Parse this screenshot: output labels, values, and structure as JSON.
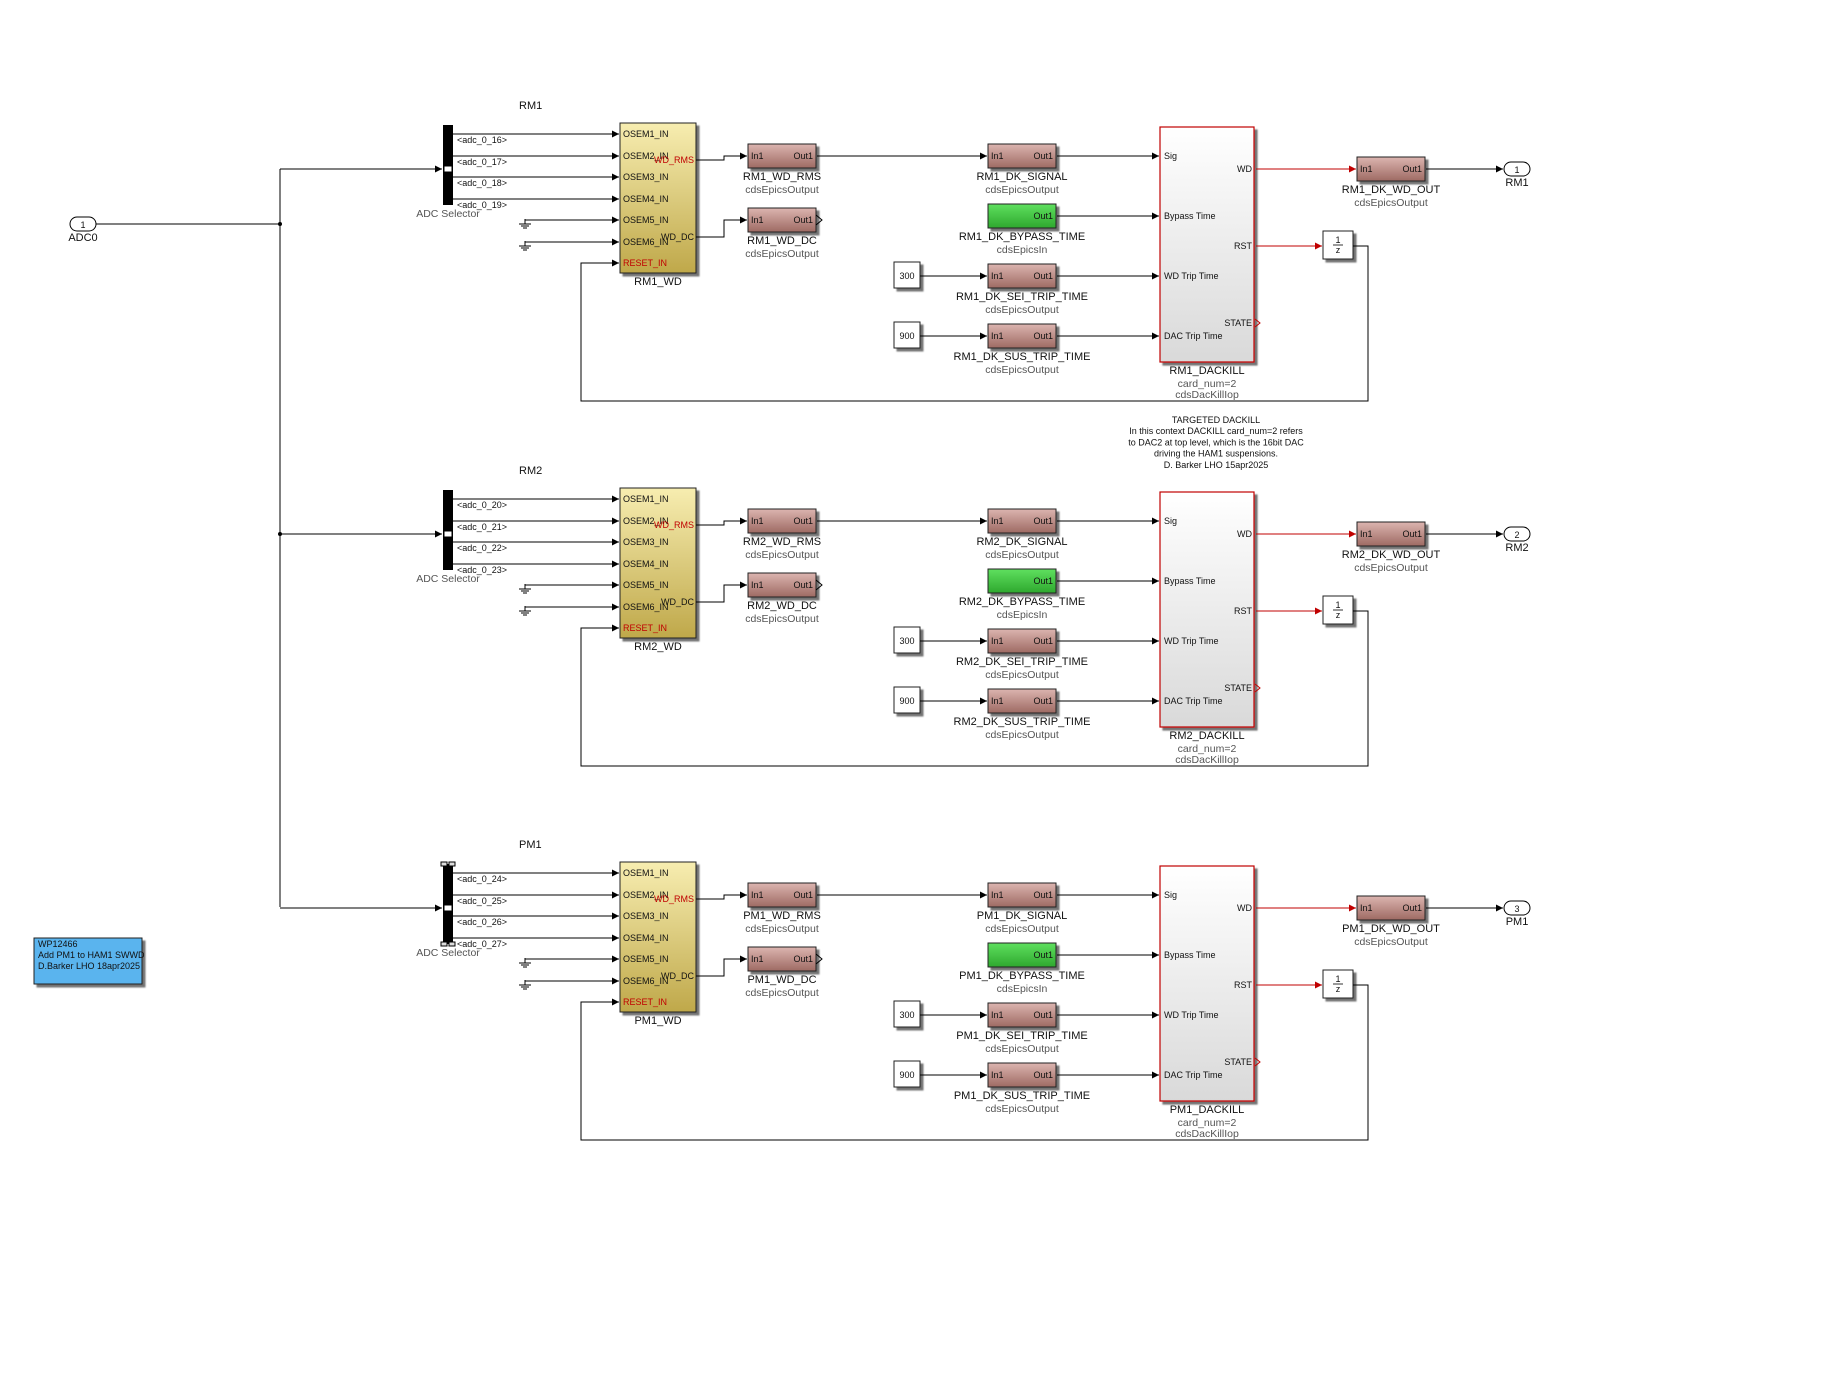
{
  "colors": {
    "wire": "#000000",
    "red_wire": "#c00000",
    "epics_block": "#b27f78",
    "epics_block_top": "#d9b2ad",
    "wd_block": "#c9b85c",
    "wd_block_top": "#f5eaa8",
    "epics_in_block": "#3fbf3f",
    "dackill_border": "#c00000",
    "note_fill": "#5ab4ee"
  },
  "input_port": {
    "num": "1",
    "label": "ADC0"
  },
  "note": {
    "lines": [
      "WP12466",
      "Add PM1 to HAM1 SWWD",
      "D.Barker LHO 18apr2025"
    ]
  },
  "comment": {
    "lines": [
      "TARGETED DACKILL",
      "In this context DACKILL card_num=2 refers",
      "to DAC2 at top level, which is the 16bit DAC",
      "driving the HAM1 suspensions.",
      "D. Barker LHO 15apr2025"
    ]
  },
  "common": {
    "adc_selector_label": "ADC Selector",
    "wd_ports_in": [
      "OSEM1_IN",
      "OSEM2_IN",
      "OSEM3_IN",
      "OSEM4_IN",
      "OSEM5_IN",
      "OSEM6_IN",
      "RESET_IN"
    ],
    "wd_port_rms": "WD_RMS",
    "wd_port_dc": "WD_DC",
    "in1": "In1",
    "out1": "Out1",
    "epics_output": "cdsEpicsOutput",
    "epics_input": "cdsEpicsIn",
    "const_sei": "300",
    "const_sus": "900",
    "dk_ports_in": [
      "Sig",
      "Bypass Time",
      "WD Trip Time",
      "DAC Trip Time"
    ],
    "dk_ports_out": [
      "WD",
      "RST",
      "STATE"
    ],
    "dk_param": "card_num=2",
    "dk_lib": "cdsDacKillIop",
    "delay_num": "1",
    "delay_den": "z"
  },
  "sections": [
    {
      "title": "RM1",
      "adc_signals": [
        "<adc_0_16>",
        "<adc_0_17>",
        "<adc_0_18>",
        "<adc_0_19>"
      ],
      "wd_name": "RM1_WD",
      "wd_rms_name": "RM1_WD_RMS",
      "wd_dc_name": "RM1_WD_DC",
      "signal_name": "RM1_DK_SIGNAL",
      "bypass_name": "RM1_DK_BYPASS_TIME",
      "sei_name": "RM1_DK_SEI_TRIP_TIME",
      "sus_name": "RM1_DK_SUS_TRIP_TIME",
      "dackill_name": "RM1_DACKILL",
      "wd_out_name": "RM1_DK_WD_OUT",
      "out_port_num": "1",
      "out_port_label": "RM1"
    },
    {
      "title": "RM2",
      "adc_signals": [
        "<adc_0_20>",
        "<adc_0_21>",
        "<adc_0_22>",
        "<adc_0_23>"
      ],
      "wd_name": "RM2_WD",
      "wd_rms_name": "RM2_WD_RMS",
      "wd_dc_name": "RM2_WD_DC",
      "signal_name": "RM2_DK_SIGNAL",
      "bypass_name": "RM2_DK_BYPASS_TIME",
      "sei_name": "RM2_DK_SEI_TRIP_TIME",
      "sus_name": "RM2_DK_SUS_TRIP_TIME",
      "dackill_name": "RM2_DACKILL",
      "wd_out_name": "RM2_DK_WD_OUT",
      "out_port_num": "2",
      "out_port_label": "RM2"
    },
    {
      "title": "PM1",
      "adc_signals": [
        "<adc_0_24>",
        "<adc_0_25>",
        "<adc_0_26>",
        "<adc_0_27>"
      ],
      "wd_name": "PM1_WD",
      "wd_rms_name": "PM1_WD_RMS",
      "wd_dc_name": "PM1_WD_DC",
      "signal_name": "PM1_DK_SIGNAL",
      "bypass_name": "PM1_DK_BYPASS_TIME",
      "sei_name": "PM1_DK_SEI_TRIP_TIME",
      "sus_name": "PM1_DK_SUS_TRIP_TIME",
      "dackill_name": "PM1_DACKILL",
      "wd_out_name": "PM1_DK_WD_OUT",
      "out_port_num": "3",
      "out_port_label": "PM1"
    }
  ]
}
